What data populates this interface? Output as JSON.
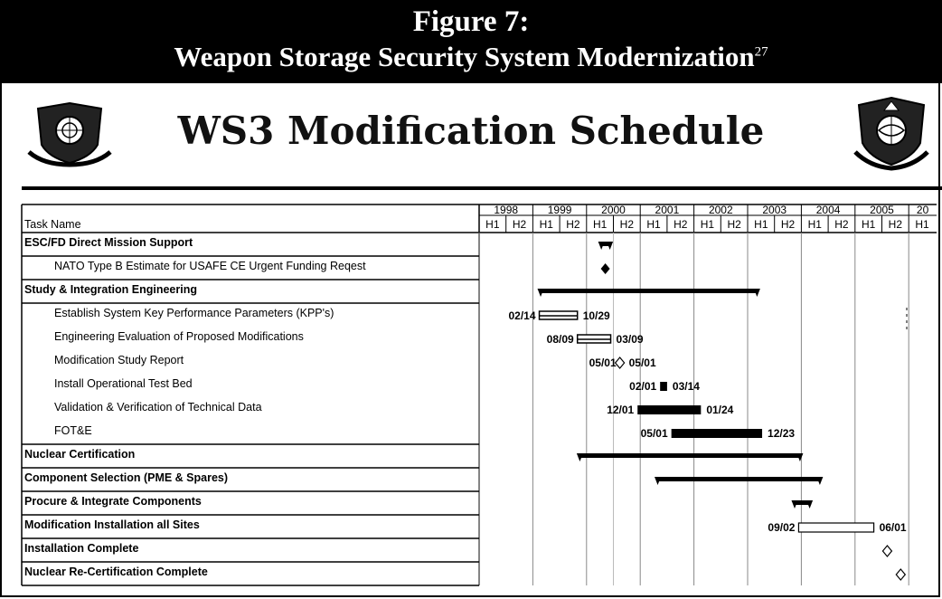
{
  "figure": {
    "label": "Figure 7:",
    "title": "Weapon Storage Security System Modernization",
    "footnote": "27"
  },
  "schedule_title": "WS3 Modification Schedule",
  "chart_data": {
    "type": "gantt",
    "column_header": "Task Name",
    "years": [
      "1998",
      "1999",
      "2000",
      "2001",
      "2002",
      "2003",
      "2004",
      "2005",
      "20"
    ],
    "halves": [
      "H1",
      "H2"
    ],
    "tasks": [
      {
        "name": "ESC/FD Direct Mission Support",
        "summary": true,
        "kind": "summary-short",
        "start": 2000.25,
        "end": 2000.46
      },
      {
        "name": "NATO Type B Estimate for USAFE CE Urgent Funding Reqest",
        "summary": false,
        "kind": "milestone-filled",
        "start": 2000.35
      },
      {
        "name": "Study & Integration Engineering",
        "summary": true,
        "kind": "summary",
        "start": 1999.12,
        "end": 2003.2
      },
      {
        "name": "Establish System Key Performance Parameters (KPP's)",
        "summary": false,
        "kind": "bar-outline",
        "start": 1999.12,
        "end": 1999.83,
        "start_label": "02/14",
        "end_label": "10/29"
      },
      {
        "name": "Engineering Evaluation of Proposed  Modifications",
        "summary": false,
        "kind": "bar-outline",
        "start": 1999.83,
        "end": 2000.45,
        "start_label": "08/09",
        "end_label": "03/09"
      },
      {
        "name": "Modification Study Report",
        "summary": false,
        "kind": "milestone-open",
        "start": 2000.62,
        "start_label": "05/01",
        "end_label": "05/01"
      },
      {
        "name": "Install Operational Test Bed",
        "summary": false,
        "kind": "bar-filled",
        "start": 2001.37,
        "end": 2001.5,
        "start_label": "02/01",
        "end_label": "03/14"
      },
      {
        "name": "Validation & Verification of Technical Data",
        "summary": false,
        "kind": "bar-filled",
        "start": 2000.95,
        "end": 2002.13,
        "start_label": "12/01",
        "end_label": "01/24"
      },
      {
        "name": "FOT&E",
        "summary": false,
        "kind": "bar-filled",
        "start": 2001.58,
        "end": 2003.27,
        "start_label": "05/01",
        "end_label": "12/23"
      },
      {
        "name": "Nuclear Certification",
        "summary": true,
        "kind": "summary",
        "start": 1999.85,
        "end": 2004.0
      },
      {
        "name": "Component Selection (PME & Spares)",
        "summary": true,
        "kind": "summary",
        "start": 2001.3,
        "end": 2004.37
      },
      {
        "name": "Procure & Integrate Components",
        "summary": true,
        "kind": "summary-short",
        "start": 2003.85,
        "end": 2004.18
      },
      {
        "name": "Modification Installation all Sites",
        "summary": true,
        "kind": "bar-open",
        "start": 2003.95,
        "end": 2005.35,
        "start_label": "09/02",
        "end_label": "06/01"
      },
      {
        "name": "Installation Complete",
        "summary": true,
        "kind": "milestone-open",
        "start": 2005.6
      },
      {
        "name": "Nuclear Re-Certification Complete",
        "summary": true,
        "kind": "milestone-open",
        "start": 2005.85
      }
    ]
  }
}
